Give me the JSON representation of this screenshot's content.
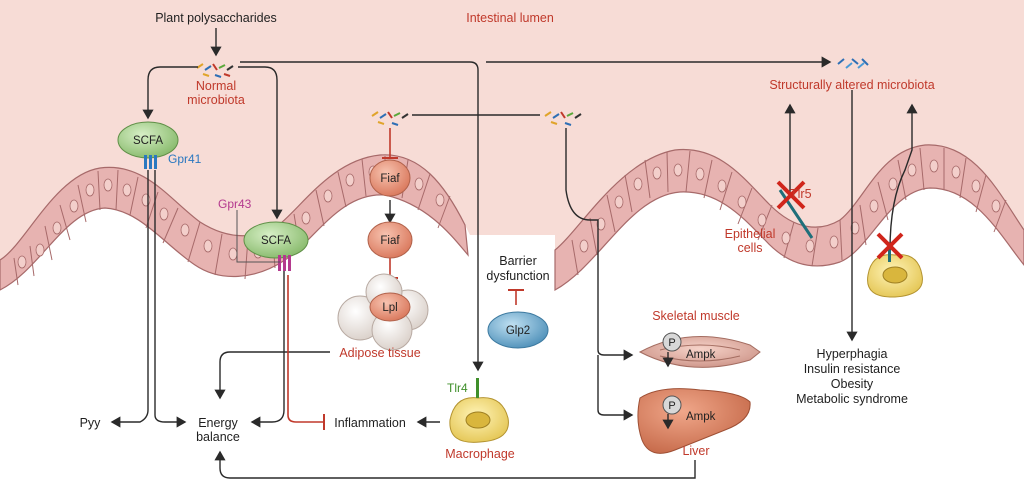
{
  "labels": {
    "plant_polysaccharides": "Plant polysaccharides",
    "intestinal_lumen": "Intestinal lumen",
    "normal_microbiota_1": "Normal",
    "normal_microbiota_2": "microbiota",
    "altered_microbiota": "Structurally altered microbiota",
    "scfa_1": "SCFA",
    "scfa_2": "SCFA",
    "gpr41": "Gpr41",
    "gpr43": "Gpr43",
    "fiaf_1": "Fiaf",
    "fiaf_2": "Fiaf",
    "lpl": "Lpl",
    "adipose_tissue": "Adipose tissue",
    "barrier_1": "Barrier",
    "barrier_2": "dysfunction",
    "glp2": "Glp2",
    "tlr4": "Tlr4",
    "tlr5": "Tlr5",
    "epithelial_1": "Epithelial",
    "epithelial_2": "cells",
    "skeletal_muscle": "Skeletal muscle",
    "ampk_muscle": "Ampk",
    "ampk_liver": "Ampk",
    "p_muscle": "P",
    "p_liver": "P",
    "liver": "Liver",
    "macrophage": "Macrophage",
    "pyy": "Pyy",
    "energy_1": "Energy",
    "energy_2": "balance",
    "inflammation": "Inflammation",
    "outcomes": [
      "Hyperphagia",
      "Insulin resistance",
      "Obesity",
      "Metabolic syndrome"
    ]
  },
  "colors": {
    "lumen": "#f7dcd6",
    "epithelium": "#e7b3b1",
    "cell_outline": "#a76a6a",
    "scfa_fill": "#a6cf8e",
    "fiaf_fill": "#e78d73",
    "glp2_fill": "#6aa4c8",
    "red_text": "#c0392b",
    "blue_text": "#2a78c0",
    "magenta_text": "#b43a8e",
    "green_text": "#3f8f2a"
  },
  "icons": [
    "bacteria-cluster-icon",
    "receptor-icon",
    "red-x-icon",
    "macrophage-icon",
    "lpl-cluster-icon",
    "muscle-icon",
    "liver-icon"
  ]
}
